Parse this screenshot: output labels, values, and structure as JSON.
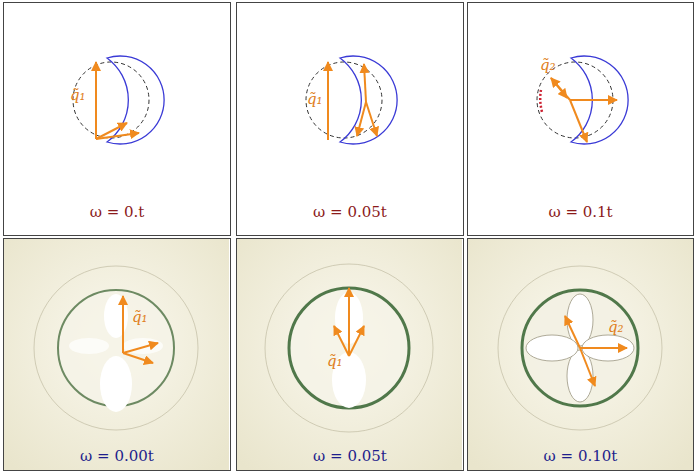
{
  "diagram": {
    "nodes": [
      {
        "text": [
          "q̃₁",
          "ω = 0.t"
        ]
      },
      {
        "text": [
          "q̃₁",
          "ω = 0.05t"
        ]
      },
      {
        "text": [
          "q̃₂",
          "ω = 0.1t"
        ]
      },
      {
        "text": [
          "q̃₁",
          "ω = 0.00t"
        ]
      },
      {
        "text": [
          "q̃₁",
          "ω = 0.05t"
        ]
      },
      {
        "text": [
          "q̃₂",
          "ω = 0.10t"
        ]
      }
    ]
  }
}
